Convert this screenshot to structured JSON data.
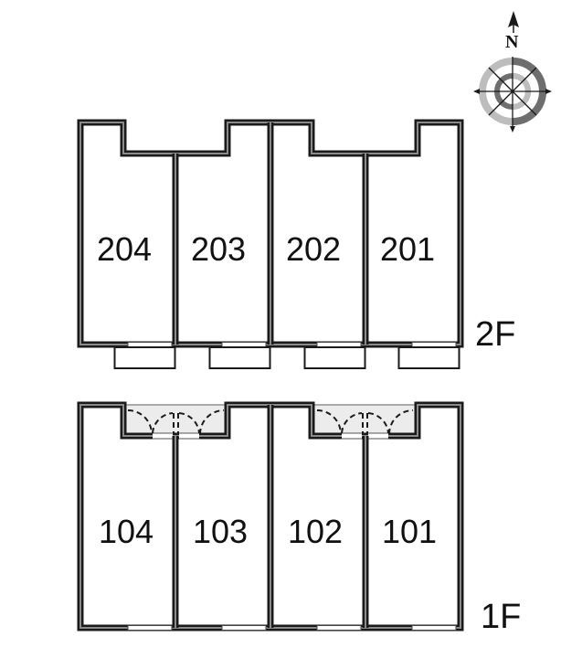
{
  "compass": {
    "label": "N",
    "icon": "compass-rose-icon"
  },
  "floors": [
    {
      "id": "2F",
      "label": "2F",
      "units": [
        {
          "number": "204"
        },
        {
          "number": "203"
        },
        {
          "number": "202"
        },
        {
          "number": "201"
        }
      ]
    },
    {
      "id": "1F",
      "label": "1F",
      "units": [
        {
          "number": "104"
        },
        {
          "number": "103"
        },
        {
          "number": "102"
        },
        {
          "number": "101"
        }
      ]
    }
  ],
  "colors": {
    "wall_outer": "#1a1a1a",
    "wall_inner": "#8a8a8a",
    "entry_fill": "#ececec",
    "background": "#ffffff"
  }
}
